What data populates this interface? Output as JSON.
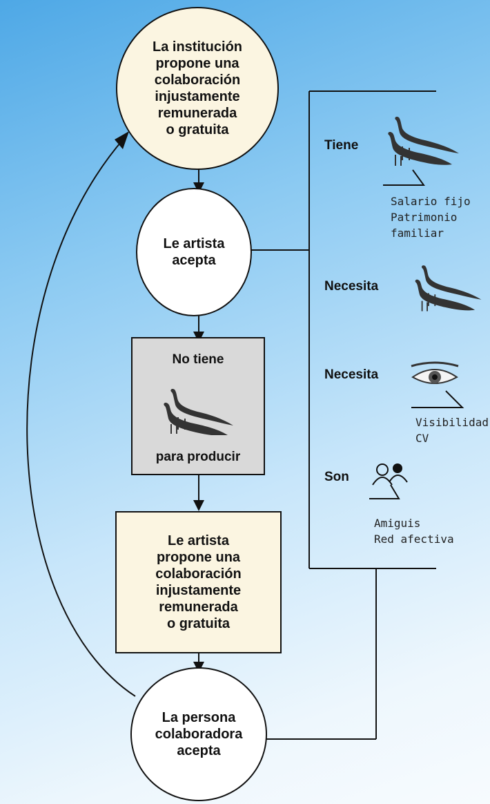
{
  "nodes": {
    "institution": {
      "lines": [
        "La institución",
        "propone una",
        "colaboración",
        "injustamente",
        "remunerada",
        "o gratuita"
      ]
    },
    "accepts": {
      "lines": [
        "Le artista",
        "acepta"
      ]
    },
    "lacks": {
      "top": "No tiene",
      "bottom": "para producir"
    },
    "proposes": {
      "lines": [
        "Le artista",
        "propone una",
        "colaboración",
        "injustamente",
        "remunerada",
        "o gratuita"
      ]
    },
    "collaborator": {
      "lines": [
        "La persona",
        "colaboradora",
        "acepta"
      ]
    }
  },
  "side": {
    "has": {
      "label": "Tiene",
      "notes": [
        "Salario fijo",
        "Patrimonio",
        "familiar"
      ]
    },
    "needs1": {
      "label": "Necesita"
    },
    "needs2": {
      "label": "Necesita",
      "notes": [
        "Visibilidad",
        "CV"
      ]
    },
    "are": {
      "label": "Son",
      "notes": [
        "Amiguis",
        "Red afectiva"
      ]
    }
  },
  "colors": {
    "cream": "#fbf5e1",
    "gray_box": "#d9d9d9",
    "line": "#111111",
    "white": "#ffffff"
  },
  "icons": [
    "peacock-icon",
    "eye-icon",
    "people-icon"
  ]
}
